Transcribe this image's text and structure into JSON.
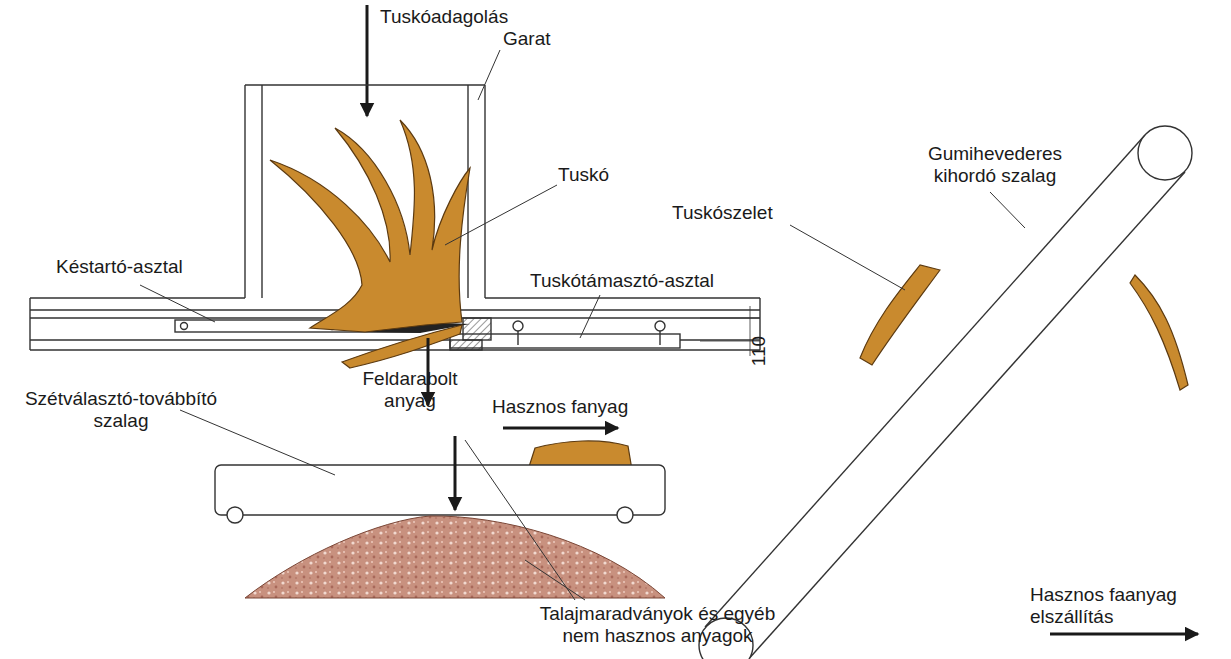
{
  "diagram": {
    "labels": [
      "Tuskóadagolás",
      "Garat",
      "Gumihevederes kihordó szalag",
      "Tuskó",
      "Tuskószelet",
      "Késtartó-asztal",
      "Tuskótámasztó-asztal",
      "110",
      "Szétválasztó-továbbító szalag",
      "Feldarabolt anyag",
      "Hasznos fanyag",
      "Hasznos faanyag elszállítás",
      "Talajmaradványok és egyéb nem hasznos anyagok"
    ]
  }
}
